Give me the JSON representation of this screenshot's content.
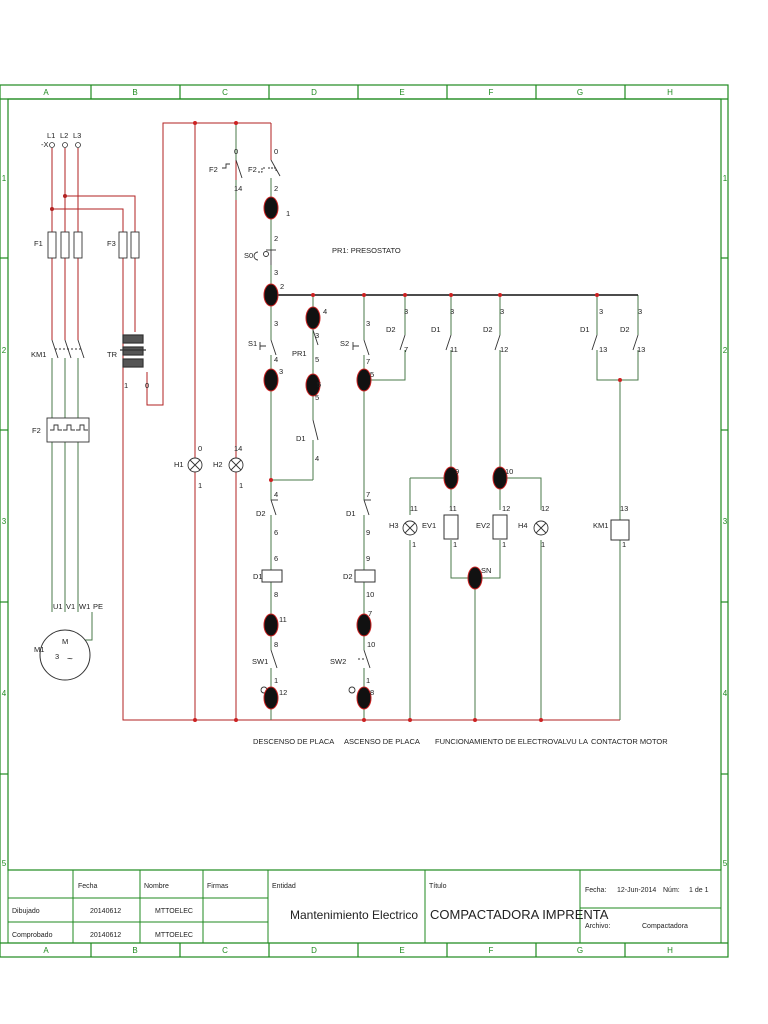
{
  "frame": {
    "columns": [
      "A",
      "B",
      "C",
      "D",
      "E",
      "F",
      "G",
      "H"
    ],
    "rows": [
      "1",
      "2",
      "3",
      "4",
      "5"
    ]
  },
  "colors": {
    "frame": "#1f8a1f",
    "text": "#222222",
    "wire_power": "#b22222",
    "wire_control": "#4a7a4a",
    "bus": "#111111",
    "node": "#111111",
    "node_highlight": "#cc2222"
  },
  "labels": {
    "phases": {
      "prefix": "-X",
      "l1": "L1",
      "l2": "L2",
      "l3": "L3"
    },
    "f1": "F1",
    "f3": "F3",
    "km1": "KM1",
    "tr": "TR",
    "f2": "F2",
    "motor": {
      "u1": "U1",
      "v1": "V1",
      "w1": "W1",
      "pe": "PE",
      "name": "M1",
      "m": "M",
      "three": "3",
      "ac": "~"
    },
    "tr_term_1": "1",
    "tr_term_0": "0",
    "f2c": "F2",
    "f2c_b": "F2",
    "f2c_0": "0",
    "f2c_14": "14",
    "h1": "H1",
    "h2": "H2",
    "h1_top": "0",
    "h1_bot": "1",
    "h2_top": "14",
    "h2_bot": "1",
    "s0": "S0",
    "s1": "S1",
    "s2": "S2",
    "pr1": "PR1",
    "pr1_note": "PR1: PRESOSTATO",
    "d1": "D1",
    "d2": "D2",
    "sw1": "SW1",
    "sw2": "SW2",
    "h3": "H3",
    "h4": "H4",
    "ev1": "EV1",
    "ev2": "EV2",
    "km1_coil": "KM1",
    "sn": "SN",
    "n0": "0",
    "n1": "1",
    "n2": "2",
    "n3": "3",
    "n4": "4",
    "n5": "5",
    "n6": "6",
    "n7": "7",
    "n8": "8",
    "n9": "9",
    "n10": "10",
    "n11": "11",
    "n12": "12",
    "n13": "13",
    "n14": "14"
  },
  "circuit_captions": {
    "descenso": "DESCENSO DE PLACA",
    "ascenso": "ASCENSO DE PLACA",
    "electrovalvula": "FUNCIONAMIENTO DE ELECTROVALVU LA",
    "contactor": "CONTACTOR MOTOR"
  },
  "title_block": {
    "fecha_header": "Fecha",
    "nombre_header": "Nombre",
    "firmas_header": "Firmas",
    "entidad_header": "Entidad",
    "titulo_header": "Título",
    "dibujado_label": "Dibujado",
    "dibujado_fecha": "20140612",
    "dibujado_nombre": "MTTOELEC",
    "comprobado_label": "Comprobado",
    "comprobado_fecha": "20140612",
    "comprobado_nombre": "MTTOELEC",
    "entidad_value": "Mantenimiento Electrico",
    "titulo_value": "COMPACTADORA IMPRENTA",
    "fecha_label": "Fecha:",
    "fecha_value": "12-Jun-2014",
    "num_label": "Núm:",
    "num_value": "1 de 1",
    "archivo_label": "Archivo:",
    "archivo_value": "Compactadora"
  }
}
